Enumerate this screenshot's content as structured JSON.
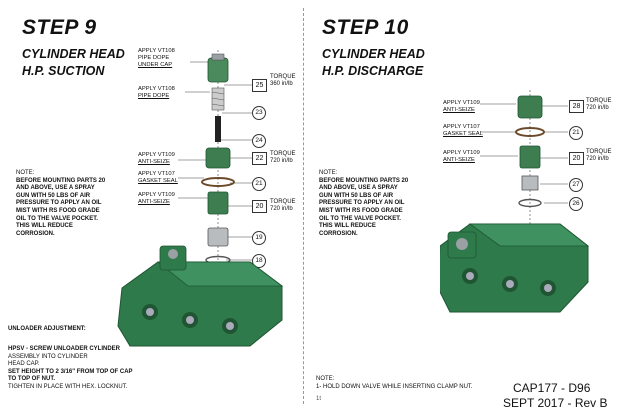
{
  "left": {
    "step": "STEP 9",
    "title1": "CYLINDER HEAD",
    "title2": "H.P. SUCTION",
    "callouts": [
      {
        "line1": "APPLY VT108",
        "line2": "PIPE DOPE",
        "line3": "UNDER CAP"
      },
      {
        "line1": "APPLY VT108",
        "line2": "PIPE DOPE"
      },
      {
        "line1": "APPLY VT109",
        "line2": "ANTI-SEIZE"
      },
      {
        "line1": "APPLY VT107",
        "line2": "GASKET SEAL"
      },
      {
        "line1": "APPLY VT109",
        "line2": "ANTI-SEIZE"
      }
    ],
    "torques": [
      {
        "label": "TORQUE",
        "value": "360 in/lb"
      },
      {
        "label": "TORQUE",
        "value": "720 in/lb"
      },
      {
        "label": "TORQUE",
        "value": "720 in/lb"
      }
    ],
    "parts": [
      "25",
      "23",
      "24",
      "22",
      "21",
      "20",
      "19",
      "18"
    ],
    "note_title": "NOTE:",
    "note_lines": [
      "BEFORE MOUNTING PARTS 20",
      "AND ABOVE, USE A SPRAY",
      "GUN WITH 50 LBS OF AIR",
      "PRESSURE TO APPLY AN OIL",
      "MIST WITH RS FOOD GRADE",
      "OIL TO THE VALVE POCKET.",
      "THIS WILL REDUCE",
      "CORROSION."
    ],
    "unloader_title": "UNLOADER ADJUSTMENT:",
    "unloader_lines": [
      "HPSV - SCREW UNLOADER CYLINDER",
      "ASSEMBLY INTO CYLINDER",
      "HEAD CAP.",
      "SET HEIGHT TO 2 3/16\" FROM TOP OF CAP",
      "TO TOP OF NUT.",
      "TIGHTEN IN PLACE WITH HEX. LOCKNUT."
    ]
  },
  "right": {
    "step": "STEP 10",
    "title1": "CYLINDER HEAD",
    "title2": "H.P. DISCHARGE",
    "callouts": [
      {
        "line1": "APPLY VT109",
        "line2": "ANTI-SEIZE"
      },
      {
        "line1": "APPLY VT107",
        "line2": "GASKET SEAL"
      },
      {
        "line1": "APPLY VT109",
        "line2": "ANTI-SEIZE"
      }
    ],
    "torques": [
      {
        "label": "TORQUE",
        "value": "720 in/lb"
      },
      {
        "label": "TORQUE",
        "value": "720 in/lb"
      }
    ],
    "parts": [
      "28",
      "21",
      "20",
      "27",
      "26"
    ],
    "note_title": "NOTE:",
    "note_lines": [
      "BEFORE MOUNTING PARTS 20",
      "AND ABOVE, USE A SPRAY",
      "GUN WITH 50 LBS OF AIR",
      "PRESSURE TO APPLY AN OIL",
      "MIST WITH RS FOOD GRADE",
      "OIL TO THE VALVE POCKET.",
      "THIS WILL REDUCE",
      "CORROSION."
    ],
    "footer_note_title": "NOTE:",
    "footer_note_line": "1- HOLD DOWN VALVE WHILE INSERTING CLAMP NUT.",
    "page_mark": "1t"
  },
  "footer": {
    "code": "CAP177 - D96",
    "date": "SEPT 2017 - Rev B"
  },
  "colors": {
    "casting": "#2f7a4a",
    "casting_dark": "#1f5533",
    "metal": "#b9bcbf",
    "ring": "#6b4a2a"
  }
}
